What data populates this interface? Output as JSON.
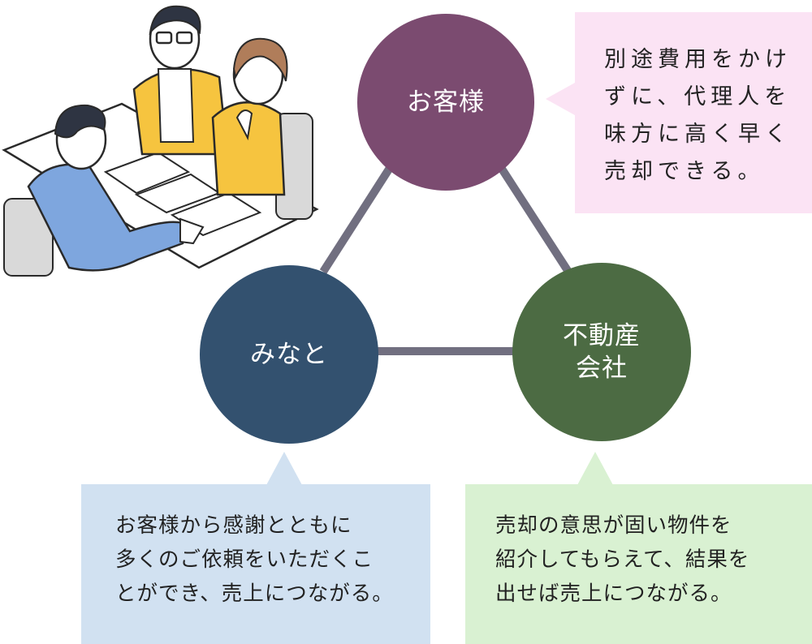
{
  "nodes": {
    "customer": {
      "label": "お客様",
      "color": "#7b4b70"
    },
    "minato": {
      "label": "みなと",
      "color": "#33516f"
    },
    "real_estate": {
      "label": "不動産\n会社",
      "color": "#4c6b43"
    }
  },
  "connector_color": "#716f80",
  "bubbles": {
    "customer": {
      "text": "別途費用をかけ\nずに、代理人を\n味方に高く早く\n売却できる。",
      "color": "#fbe3f4"
    },
    "minato": {
      "text": "お客様から感謝とともに\n多くのご依頼をいただくこ\nとができ、売上につながる。",
      "color": "#d1e1f1"
    },
    "real_estate": {
      "text": "売却の意思が固い物件を\n紹介してもらえて、結果を\n出せば売上につながる。",
      "color": "#d9f1d2"
    }
  },
  "illustration": {
    "icon": "meeting-illustration-icon"
  }
}
